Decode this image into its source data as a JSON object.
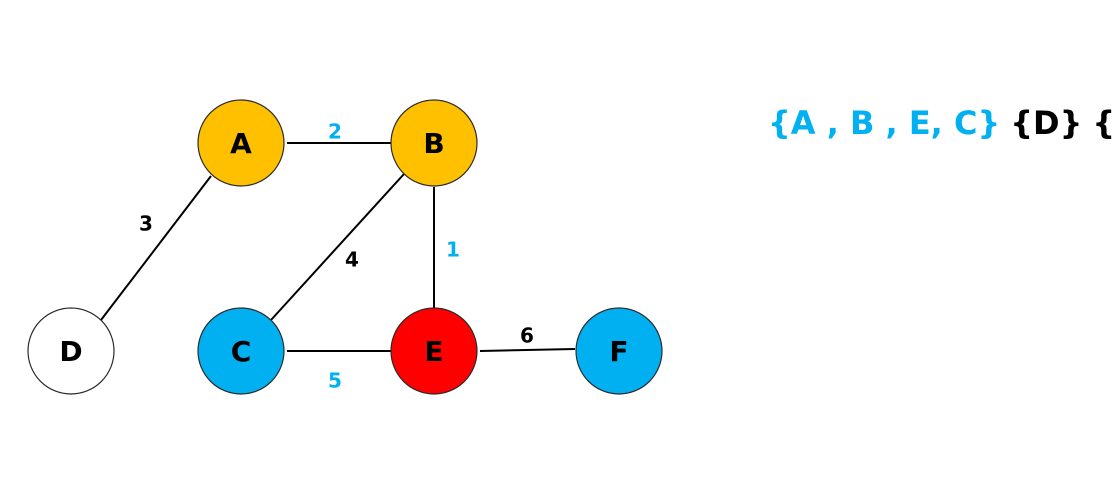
{
  "colors": {
    "gold": "#FFC000",
    "cyan": "#00B0F0",
    "red": "#FF0000",
    "white": "#FFFFFF",
    "black": "#000000"
  },
  "nodes": [
    {
      "id": "A",
      "label": "A",
      "fill": "gold"
    },
    {
      "id": "B",
      "label": "B",
      "fill": "gold"
    },
    {
      "id": "C",
      "label": "C",
      "fill": "cyan"
    },
    {
      "id": "D",
      "label": "D",
      "fill": "white"
    },
    {
      "id": "E",
      "label": "E",
      "fill": "red"
    },
    {
      "id": "F",
      "label": "F",
      "fill": "cyan"
    }
  ],
  "edges": [
    {
      "from": "A",
      "to": "B",
      "weight": "2",
      "color": "cyan"
    },
    {
      "from": "A",
      "to": "D",
      "weight": "3",
      "color": "black"
    },
    {
      "from": "B",
      "to": "C",
      "weight": "4",
      "color": "black"
    },
    {
      "from": "B",
      "to": "E",
      "weight": "1",
      "color": "cyan"
    },
    {
      "from": "C",
      "to": "E",
      "weight": "5",
      "color": "cyan"
    },
    {
      "from": "E",
      "to": "F",
      "weight": "6",
      "color": "black"
    }
  ],
  "sets": [
    {
      "text": "{A , B , E, C}",
      "color": "cyan"
    },
    {
      "text": "{D}",
      "color": "black"
    },
    {
      "text": "{F}",
      "color": "black"
    }
  ]
}
